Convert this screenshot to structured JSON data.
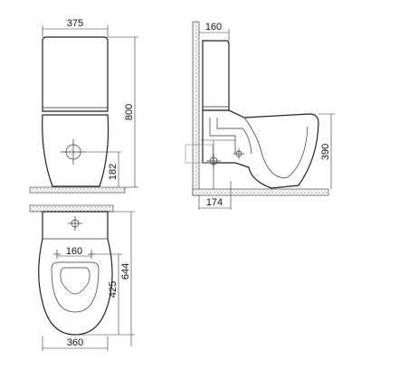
{
  "dimensions": {
    "front_width": "375",
    "front_height": "800",
    "front_outlet_height": "182",
    "side_tank_depth": "160",
    "side_outlet_height": "390",
    "side_outlet_offset": "174",
    "top_hinge_spacing": "160",
    "top_seat_depth": "425",
    "top_total_depth": "644",
    "top_width": "360"
  },
  "icons": {
    "front_outlet_mark": "crosshair-circle",
    "side_outlet_mark": "crosshair-circle",
    "top_fixing_mark": "crosshair-circle"
  }
}
